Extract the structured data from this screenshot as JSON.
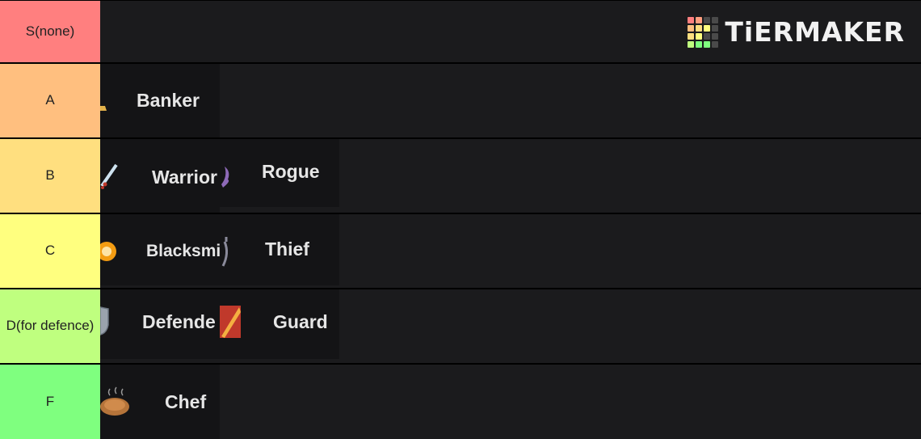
{
  "logo": {
    "text": "TiERMAKER",
    "grid_colors": [
      "#ff7f7f",
      "#ff9f80",
      "#4a4a4a",
      "#4a4a4a",
      "#ffbf7f",
      "#ffdf7f",
      "#ffff7f",
      "#4a4a4a",
      "#ffdf7f",
      "#ffff7f",
      "#4a4a4a",
      "#4a4a4a",
      "#bfff7f",
      "#7fff7f",
      "#7fff7f",
      "#4a4a4a"
    ]
  },
  "tiers": [
    {
      "label": "S(none)",
      "color": "#ff7f7f",
      "items": []
    },
    {
      "label": "A",
      "color": "#ffbf7f",
      "items": [
        {
          "name": "Banker",
          "icon": "gold-icon"
        }
      ]
    },
    {
      "label": "B",
      "color": "#ffdf7f",
      "items": [
        {
          "name": "Warrior",
          "icon": "sword-icon"
        },
        {
          "name": "Rogue",
          "icon": "purple-dagger-icon"
        }
      ]
    },
    {
      "label": "C",
      "color": "#ffff7f",
      "items": [
        {
          "name": "Blacksmi",
          "icon": "fire-anvil-icon"
        },
        {
          "name": "Thief",
          "icon": "hook-icon"
        }
      ]
    },
    {
      "label": "D(for defence)",
      "color": "#bfff7f",
      "items": [
        {
          "name": "Defende",
          "icon": "shield-icon"
        },
        {
          "name": "Guard",
          "icon": "flame-blade-icon"
        }
      ]
    },
    {
      "label": "F",
      "color": "#7fff7f",
      "items": [
        {
          "name": "Chef",
          "icon": "steak-icon"
        }
      ]
    }
  ]
}
